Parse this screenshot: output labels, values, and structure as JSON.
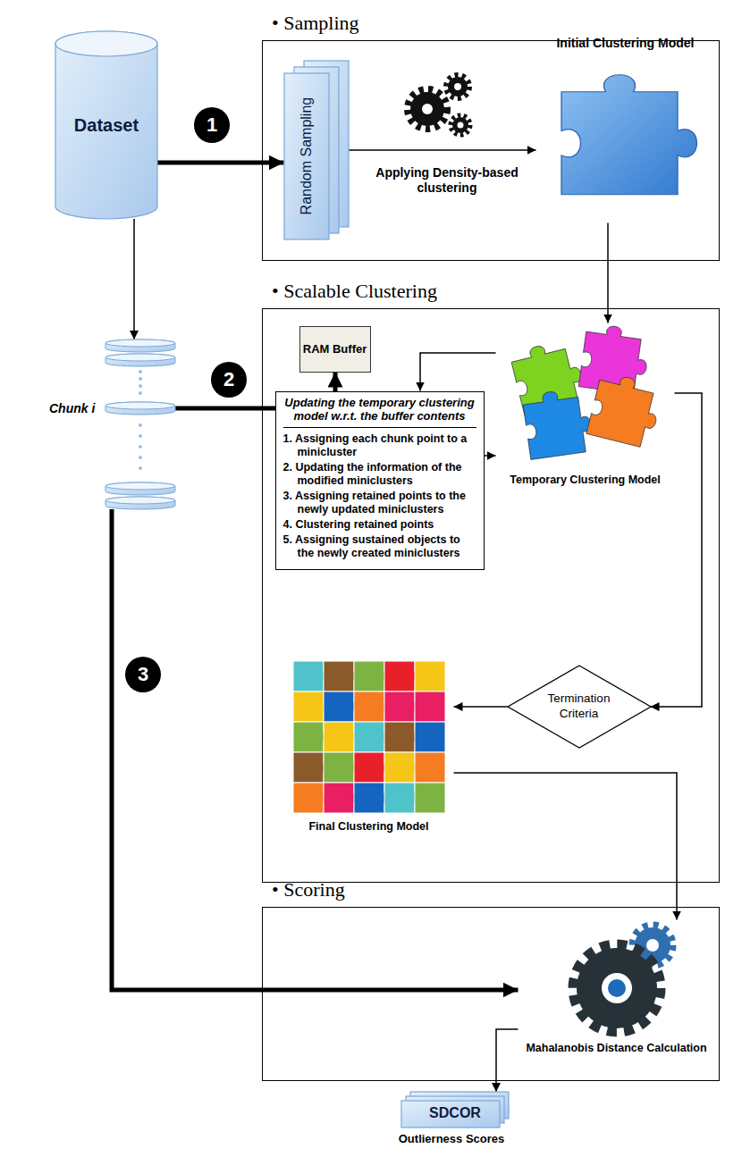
{
  "diagram": {
    "nodes": [
      {
        "text": [
          "Dataset"
        ]
      },
      {
        "text": [
          "• Sampling"
        ]
      },
      {
        "text": [
          "Random Sampling"
        ],
        "in": 1
      },
      {
        "text": [
          "Initial Clustering Model"
        ],
        "in": 1
      },
      {
        "text": [
          "Chunk i"
        ]
      },
      {
        "text": [
          "• Scalable Clustering"
        ]
      },
      {
        "text": [
          "RAM Buffer"
        ],
        "in": 5
      },
      {
        "text": [
          "Temporary Clustering Model"
        ],
        "in": 5
      },
      {
        "text": [
          "Updating the temporary clustering model w.r.t. the buffer contents",
          "1. Assigning each chunk point to a minicluster",
          "2. Updating the information of the modified miniclusters",
          "3. Assigning retained points to the newly updated miniclusters",
          "4. Clustering retained points",
          "5. Assigning sustained objects to the newly created miniclusters"
        ],
        "in": 5
      },
      {
        "text": [
          "Termination Criteria"
        ],
        "in": 5
      },
      {
        "text": [
          "Final Clustering Model"
        ],
        "in": 5
      },
      {
        "text": [
          "• Scoring"
        ]
      },
      {
        "text": [
          "Mahalanobis Distance Calculation"
        ],
        "in": 11
      },
      {
        "text": [
          "SDCOR",
          "Outlierness Scores"
        ]
      }
    ],
    "edges": [
      {
        "from": 0,
        "to": 2,
        "arrow": "to"
      },
      {
        "from": 2,
        "to": 3,
        "arrow": "to"
      },
      {
        "from": 3,
        "to": 7,
        "arrow": "to"
      },
      {
        "from": 0,
        "to": 4,
        "arrow": "to"
      },
      {
        "from": 4,
        "to": 6,
        "arrow": "to"
      },
      {
        "from": 6,
        "to": 8,
        "arrow": "to"
      },
      {
        "from": 7,
        "to": 8,
        "arrow": "to"
      },
      {
        "from": 8,
        "to": 7,
        "arrow": "to"
      },
      {
        "from": 7,
        "to": 9,
        "arrow": "to"
      },
      {
        "from": 9,
        "to": 10,
        "arrow": "to"
      },
      {
        "from": 10,
        "to": 12,
        "arrow": "to"
      },
      {
        "from": 4,
        "to": 12,
        "arrow": "to"
      },
      {
        "from": 12,
        "to": 13,
        "arrow": "to"
      }
    ],
    "labels": [
      "1",
      "2",
      "3",
      "Applying Density-based clustering"
    ]
  }
}
